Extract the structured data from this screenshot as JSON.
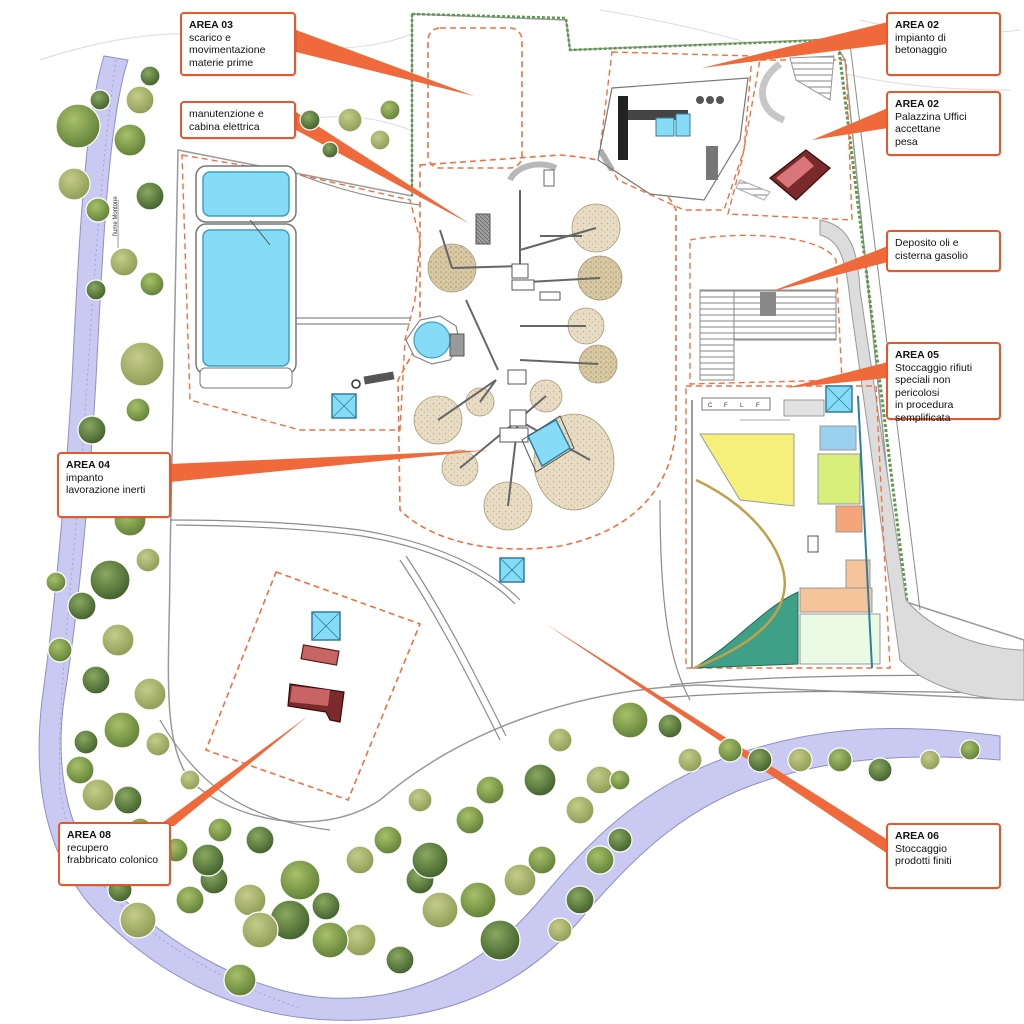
{
  "callouts": {
    "area03": {
      "title": "AREA 03",
      "text": "scarico e\nmovimentazione\nmaterie prime"
    },
    "manut": {
      "title": "",
      "text": "manutenzione e\ncabina elettrica"
    },
    "area02a": {
      "title": "AREA 02",
      "text": "impianto di\nbetonaggio"
    },
    "area02b": {
      "title": "AREA 02",
      "text": "Palazzina Uffici\naccettane\npesa"
    },
    "deposito": {
      "title": "",
      "text": "Deposito oli e\ncisterna gasolio"
    },
    "area05": {
      "title": "AREA 05",
      "text": "Stoccaggio rifiuti\nspeciali non pericolosi\nin procedura\nsemplificata"
    },
    "area04": {
      "title": "AREA 04",
      "text": "impanto\nlavorazione inerti"
    },
    "area08": {
      "title": "AREA 08",
      "text": "recupero\nfrabbricato colonico"
    },
    "area06": {
      "title": "AREA 06",
      "text": "Stoccaggio\nprodotti finiti"
    }
  },
  "river_label": "fiume Montone",
  "storage_bays": [
    "C",
    "F",
    "L",
    "F"
  ],
  "colors": {
    "callout_border": "#e8562b",
    "leader": "#f0693a",
    "river": "#c8c8f0",
    "water": "#86dcf6",
    "gravel": "#e6dcc6",
    "dashed_boundary": "#f07040"
  }
}
